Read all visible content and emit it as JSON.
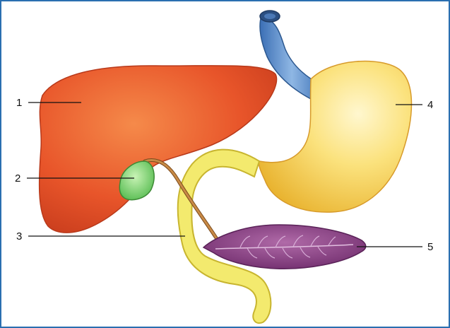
{
  "labels": {
    "liver": "1",
    "gallbladder": "2",
    "duodenum": "3",
    "stomach": "4",
    "pancreas": "5"
  },
  "colors": {
    "frame": "#2a6fb0",
    "liver": "#e8552a",
    "gallbladder": "#7fd16a",
    "duodenum": "#f3ea6e",
    "stomach": "#f7d15a",
    "esophagus": "#5c90cc",
    "pancreas": "#8a3f86",
    "bile_duct": "#b7762f"
  }
}
